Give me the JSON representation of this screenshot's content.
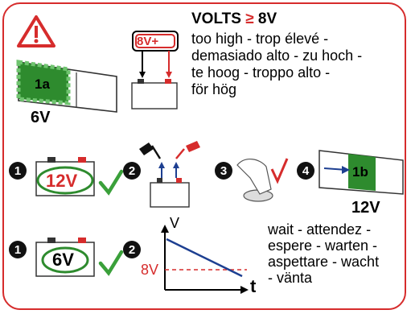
{
  "warning": {
    "title_main": "VOLTS ",
    "title_symbol": "≥",
    "title_value": " 8V",
    "translations": "too high - trop élevé -\ndemasiado alto - zu hoch -\nte hoog - troppo alto -\nför hög"
  },
  "badge_8v": "8V+",
  "step_1a": {
    "label": "1a",
    "voltage": "6V"
  },
  "steps_row2": {
    "n1": "1",
    "n2": "2",
    "n3": "3",
    "n4": "4",
    "battery_voltage": "12V",
    "step_label": "1b",
    "step_voltage": "12V"
  },
  "steps_row3": {
    "n1": "1",
    "n2": "2",
    "battery_voltage": "6V",
    "axis_v": "V",
    "axis_t": "t",
    "threshold": "8V",
    "wait_text": "wait - attendez -\nespere - warten -\naspettare - wacht\n- vänta"
  },
  "colors": {
    "red": "#d62c2c",
    "green": "#2e8b2e",
    "blue": "#1d3f91",
    "check_green": "#3aa03a"
  },
  "icons": [
    "warning-icon",
    "battery-icon",
    "clamp-icon",
    "check-icon",
    "hand-button-icon",
    "charger-panel-icon"
  ]
}
